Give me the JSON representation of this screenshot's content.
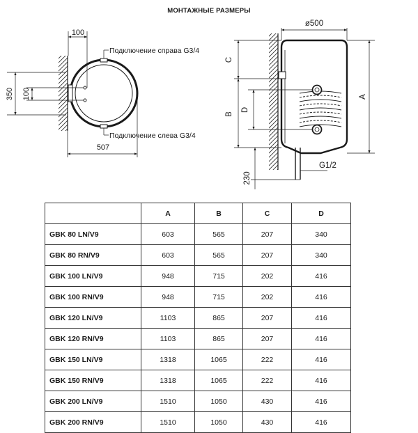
{
  "title": "МОНТАЖНЫЕ РАЗМЕРЫ",
  "top_view": {
    "dim_top": "100",
    "dim_height_total": "350",
    "dim_height_inner": "100",
    "dim_width": "507",
    "label_right": "Подключение справа G3/4",
    "label_left": "Подключение слева G3/4"
  },
  "side_view": {
    "dim_diameter": "ø500",
    "dim_c": "C",
    "dim_b": "B",
    "dim_d": "D",
    "dim_a": "A",
    "dim_bottom": "230",
    "dim_thread": "G1/2"
  },
  "table": {
    "headers": [
      "",
      "A",
      "B",
      "C",
      "D"
    ],
    "rows": [
      [
        "GBK 80 LN/V9",
        "603",
        "565",
        "207",
        "340"
      ],
      [
        "GBK 80 RN/V9",
        "603",
        "565",
        "207",
        "340"
      ],
      [
        "GBK 100 LN/V9",
        "948",
        "715",
        "202",
        "416"
      ],
      [
        "GBK 100 RN/V9",
        "948",
        "715",
        "202",
        "416"
      ],
      [
        "GBK 120 LN/V9",
        "1103",
        "865",
        "207",
        "416"
      ],
      [
        "GBK 120 RN/V9",
        "1103",
        "865",
        "207",
        "416"
      ],
      [
        "GBK 150 LN/V9",
        "1318",
        "1065",
        "222",
        "416"
      ],
      [
        "GBK 150 RN/V9",
        "1318",
        "1065",
        "222",
        "416"
      ],
      [
        "GBK 200 LN/V9",
        "1510",
        "1050",
        "430",
        "416"
      ],
      [
        "GBK 200 RN/V9",
        "1510",
        "1050",
        "430",
        "416"
      ]
    ]
  }
}
